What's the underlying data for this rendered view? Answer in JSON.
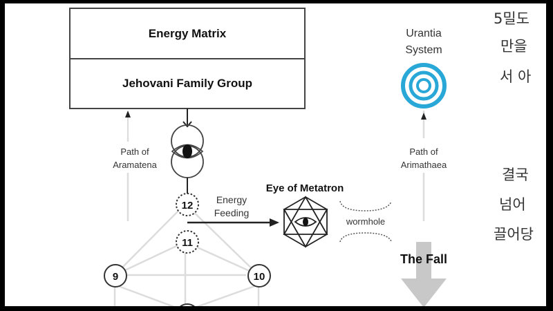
{
  "diagram": {
    "box": {
      "top_label": "Energy Matrix",
      "bottom_label": "Jehovani Family Group"
    },
    "left_path_label": [
      "Path of",
      "Aramatena"
    ],
    "right_path_label": [
      "Path of",
      "Arimathaea"
    ],
    "urantia_label": [
      "Urantia",
      "System"
    ],
    "energy_feeding_label": [
      "Energy",
      "Feeding"
    ],
    "eye_of_metatron_label": "Eye of Metatron",
    "wormhole_label": "wormhole",
    "the_fall_label": "The Fall",
    "nodes": {
      "n12": "12",
      "n11": "11",
      "n9": "9",
      "n10": "10"
    },
    "colors": {
      "urantia": "#29a8d8",
      "line": "#222222",
      "light_line": "#d8d8d8",
      "fall_arrow": "#c8c8c8"
    }
  },
  "subtitles": {
    "lines": [
      "5밀도",
      "만을 ",
      "서 아",
      "결국 ",
      "넘어",
      "끌어당"
    ]
  }
}
